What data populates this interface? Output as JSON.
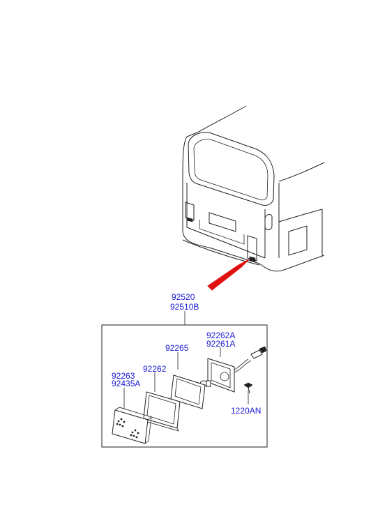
{
  "parts": {
    "assembly_top": "92520",
    "assembly_bottom": "92510B",
    "socket_top": "92262A",
    "socket_bottom": "92261A",
    "gasket_outer": "92265",
    "housing": "92262",
    "lens_top": "92263",
    "lens_bottom": "92435A",
    "screw": "1220AN"
  },
  "colors": {
    "label": "#1a1ad6",
    "pointer_arrow": "#e01010",
    "line": "#1f1f1f"
  }
}
